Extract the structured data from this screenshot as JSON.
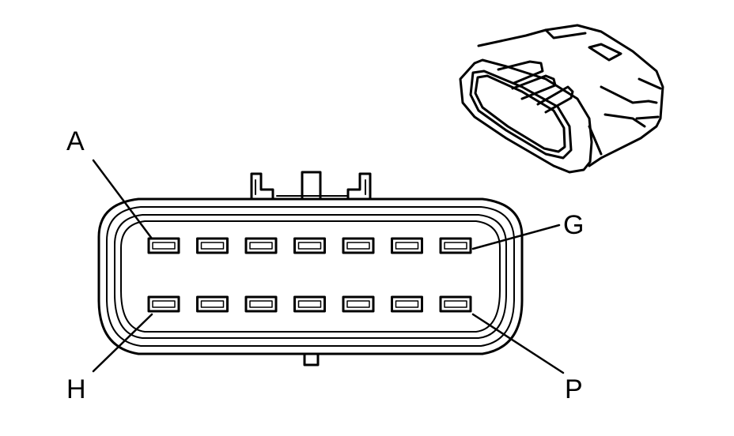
{
  "connector": {
    "labels": {
      "top_left": "A",
      "top_right": "G",
      "bottom_left": "H",
      "bottom_right": "P"
    },
    "rows": [
      {
        "name": "top",
        "cavities": 7
      },
      {
        "name": "bottom",
        "cavities": 7
      }
    ]
  }
}
